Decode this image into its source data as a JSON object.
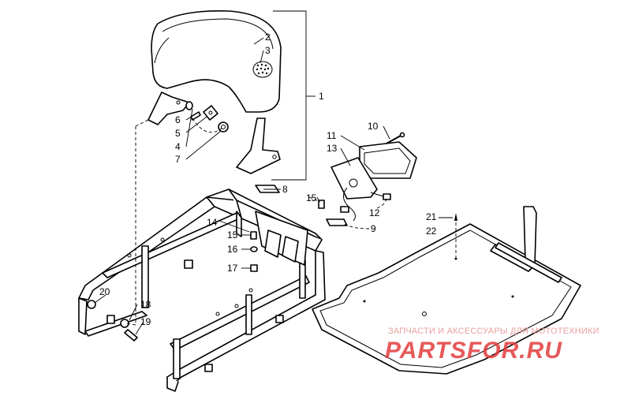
{
  "diagram": {
    "callouts": [
      "1",
      "2",
      "3",
      "4",
      "5",
      "6",
      "7",
      "8",
      "9",
      "10",
      "11",
      "12",
      "13",
      "14",
      "15",
      "15",
      "16",
      "17",
      "18",
      "19",
      "20",
      "21",
      "22"
    ]
  },
  "watermark": {
    "tagline": "ЗАПЧАСТИ И АКСЕССУАРЫ ДЛЯ МОТОТЕХНИКИ",
    "logo": "PARTSFOR.RU",
    "color": "#e23c3c"
  }
}
